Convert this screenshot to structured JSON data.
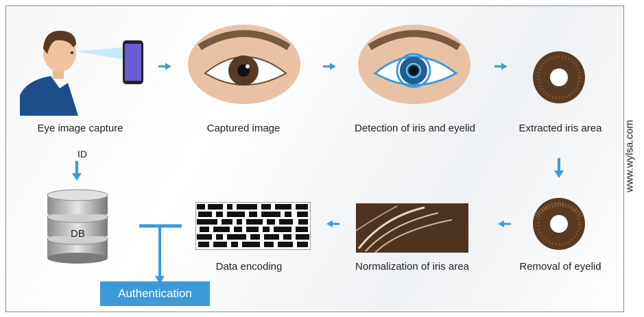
{
  "steps": {
    "eye_capture": "Eye image capture",
    "captured_image": "Captured image",
    "detection": "Detection of iris and eyelid",
    "extracted": "Extracted iris area",
    "removal": "Removal of eyelid",
    "normalization": "Normalization of iris area",
    "encoding": "Data encoding"
  },
  "id_label": "ID",
  "db_label": "DB",
  "auth_label": "Authentication",
  "watermark": "www.wylsa.com",
  "colors": {
    "accent": "#3d9ad9",
    "iris": "#5a3a22",
    "skin": "#e9c2a6"
  }
}
